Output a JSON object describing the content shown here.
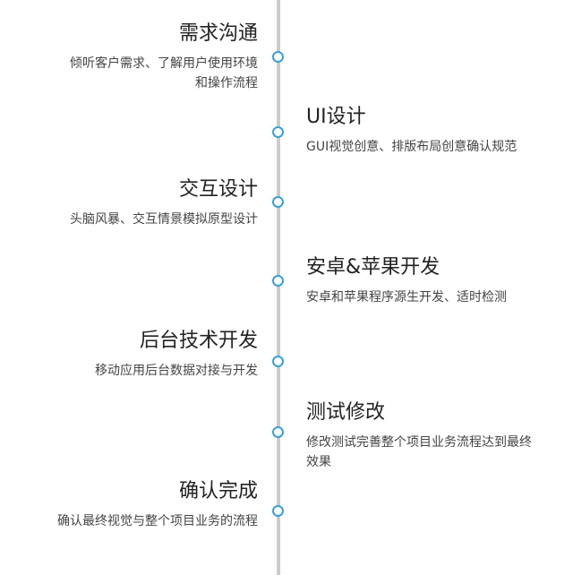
{
  "colors": {
    "accent": "#3a9fdc",
    "line": "#cccccc",
    "title": "#222222",
    "description": "#444444"
  },
  "steps": [
    {
      "title": "需求沟通",
      "description": "倾听客户需求、了解用户使用环境和操作流程",
      "side": "left"
    },
    {
      "title": "UI设计",
      "description": "GUI视觉创意、排版布局创意确认规范",
      "side": "right"
    },
    {
      "title": "交互设计",
      "description": "头脑风暴、交互情景模拟原型设计",
      "side": "left"
    },
    {
      "title": "安卓&苹果开发",
      "description": "安卓和苹果程序源生开发、适时检测",
      "side": "right"
    },
    {
      "title": "后台技术开发",
      "description": "移动应用后台数据对接与开发",
      "side": "left"
    },
    {
      "title": "测试修改",
      "description": "修改测试完善整个项目业务流程达到最终效果",
      "side": "right"
    },
    {
      "title": "确认完成",
      "description": "确认最终视觉与整个项目业务的流程",
      "side": "left"
    }
  ]
}
